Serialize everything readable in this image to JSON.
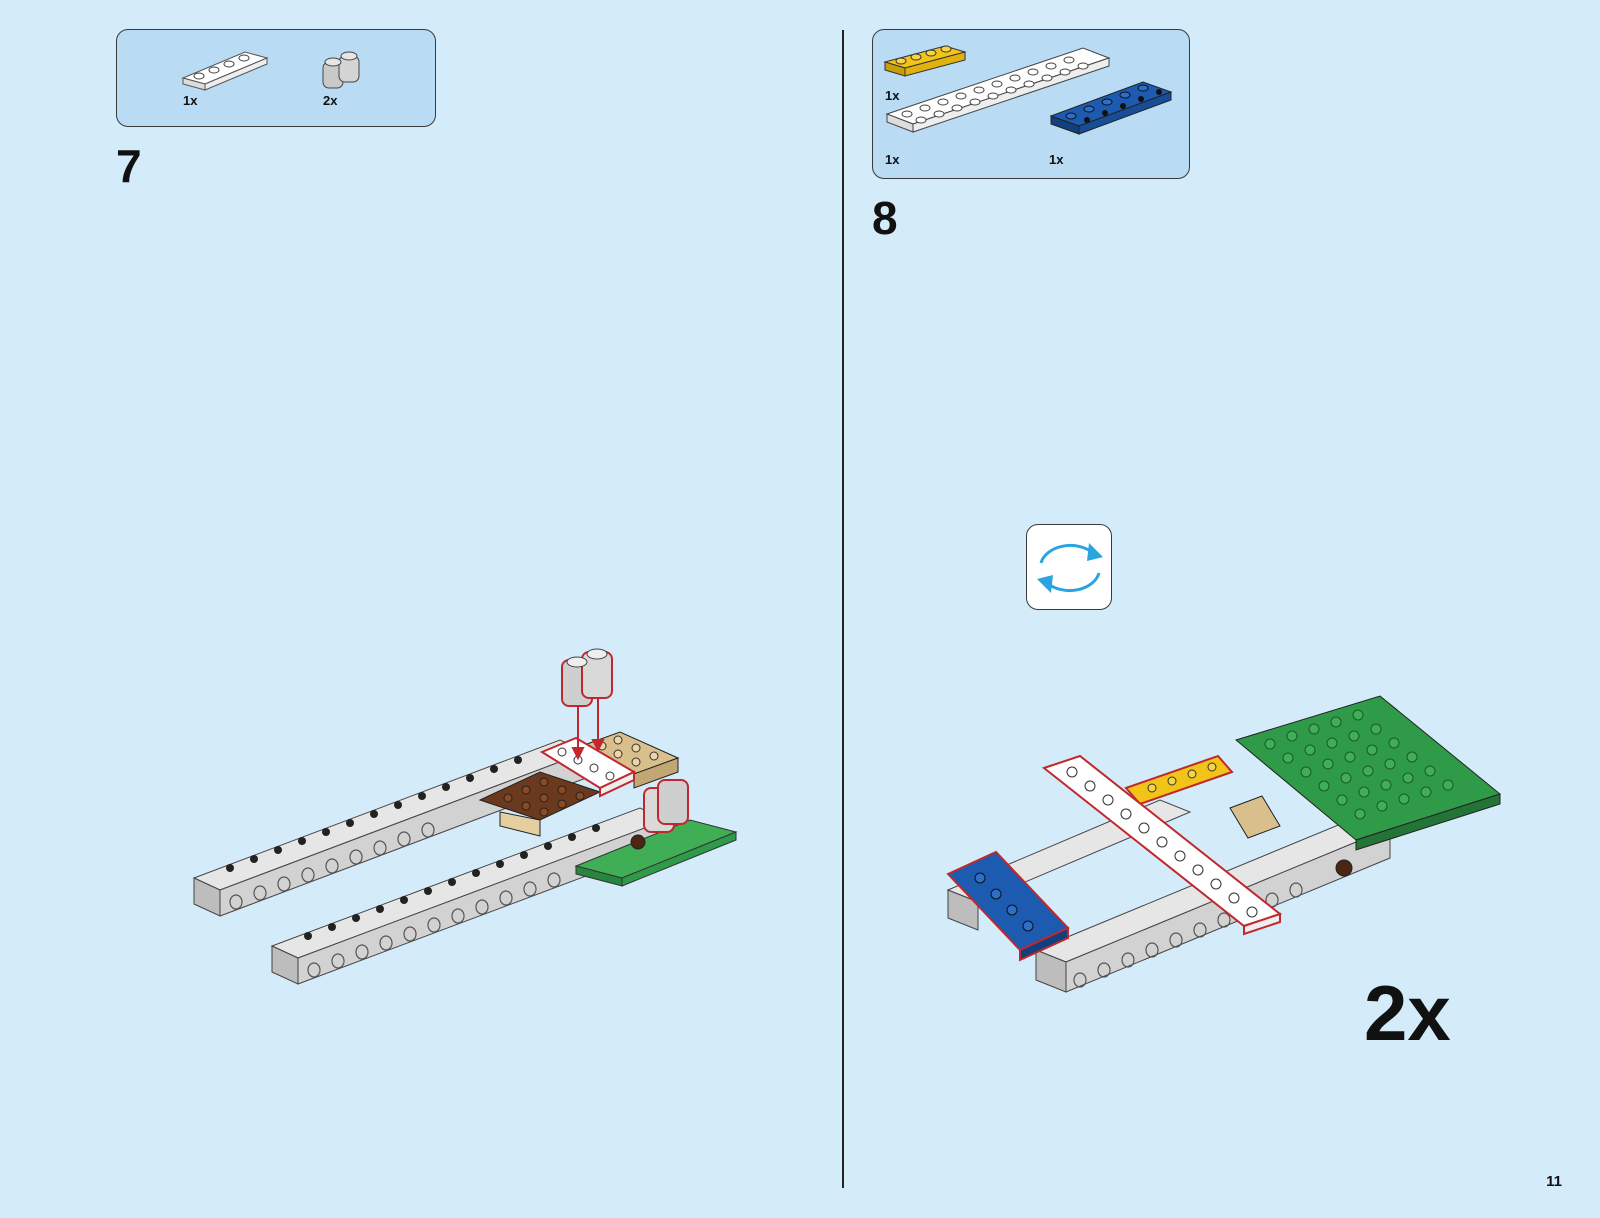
{
  "step7": {
    "number": "7",
    "parts": [
      {
        "name": "white plate 1x4",
        "qty": "1x"
      },
      {
        "name": "light gray brick 1x2 round",
        "qty": "2x"
      }
    ]
  },
  "step8": {
    "number": "8",
    "parts": [
      {
        "name": "yellow plate 1x4",
        "qty": "1x"
      },
      {
        "name": "white plate 2x10",
        "qty": "1x"
      },
      {
        "name": "blue technic plate",
        "qty": "1x"
      }
    ],
    "rotate_icon": "rotate-model-icon",
    "multiplier": "2x"
  },
  "page_number": "11",
  "colors": {
    "background": "#d4ebfa",
    "callout": "#b9dbf3",
    "highlight": "#c0282d",
    "arrow": "#2aa4e0",
    "gray": "#c8c8c8",
    "green": "#2f9a47",
    "blue": "#1c5bb0",
    "yellow": "#f2c418",
    "tan": "#d9bf8c",
    "brown": "#6b3a1e"
  }
}
